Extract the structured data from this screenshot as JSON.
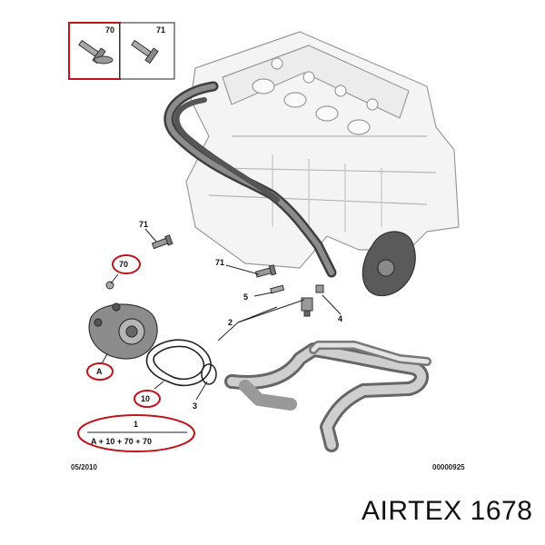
{
  "diagram": {
    "callouts": {
      "inset_bolt_a": "70",
      "inset_bolt_b": "71",
      "bolt_upper": "71",
      "washer_ref": "70",
      "bolt_mid": "71",
      "sensor_small": "5",
      "pipe_ref": "2",
      "sensor_right": "4",
      "pump_ref": "A",
      "gasket_ref": "10",
      "oring_ref": "3",
      "kit_number": "1",
      "kit_formula": "A + 10 + 70 + 70"
    },
    "footer": {
      "date": "05/2010",
      "ref_code": "00000925"
    },
    "accent_color": "#c0141c",
    "brand_text": "AIRTEX 1678"
  }
}
